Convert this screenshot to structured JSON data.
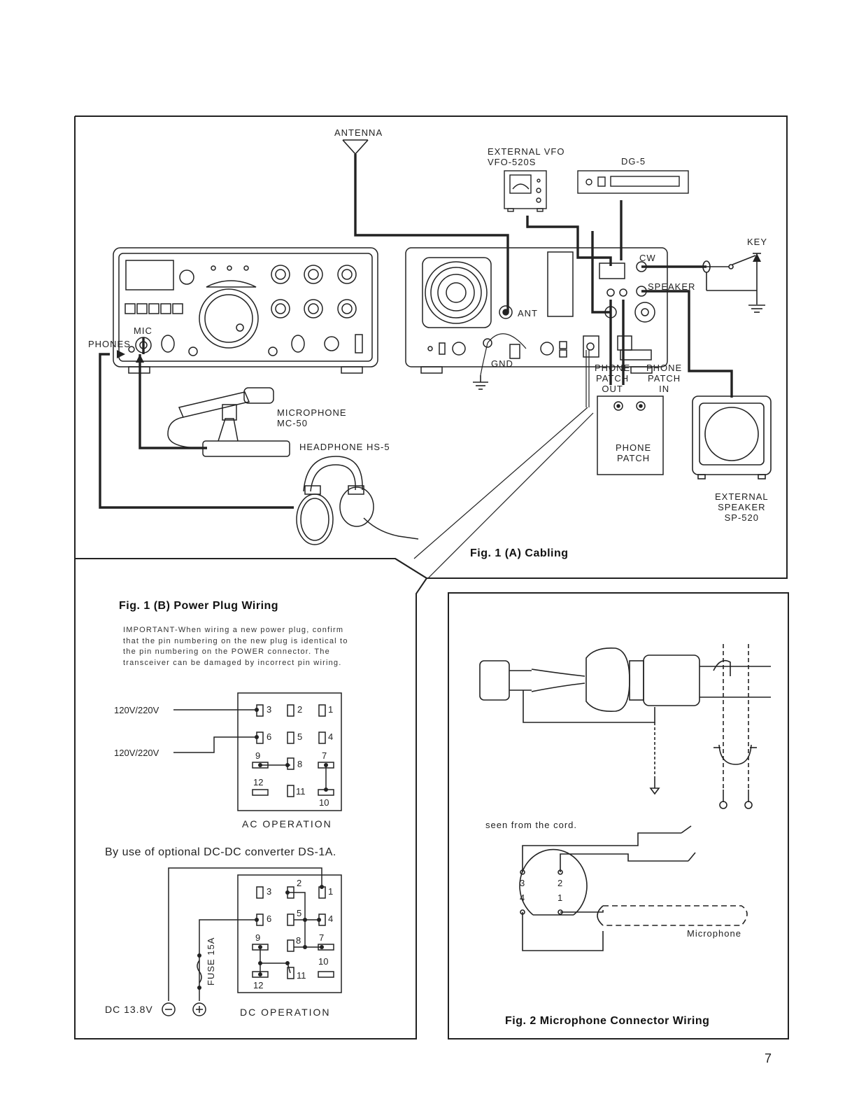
{
  "fig1a": {
    "caption": "Fig. 1 (A) Cabling",
    "antenna": "ANTENNA",
    "vfo": "EXTERNAL VFO\nVFO-520S",
    "dg5": "DG-5",
    "key": "KEY",
    "cw": "CW",
    "speaker": "SPEAKER",
    "ant": "ANT",
    "gnd": "GND",
    "mic": "MIC",
    "phones": "PHONES",
    "pp_out": "PHONE\nPATCH\nOUT",
    "pp_in": "PHONE\nPATCH\nIN",
    "phone_patch": "PHONE\nPATCH",
    "microphone": "MICROPHONE\nMC-50",
    "headphone": "HEADPHONE HS-5",
    "ext_speaker": "EXTERNAL\nSPEAKER\nSP-520"
  },
  "fig1b": {
    "caption": "Fig. 1 (B) Power Plug Wiring",
    "important": "IMPORTANT-When wiring a new power plug, confirm that the pin numbering on the new plug is identical to the pin numbering on the POWER connector. The transceiver can be damaged by incorrect pin wiring.",
    "v1": "120V/220V",
    "v2": "120V/220V",
    "ac_label": "AC OPERATION",
    "dcdc_note": "By use of optional DC-DC converter DS-1A.",
    "fuse": "FUSE 15A",
    "dc_voltage": "DC 13.8V",
    "dc_label": "DC OPERATION",
    "pins": [
      "1",
      "2",
      "3",
      "4",
      "5",
      "6",
      "7",
      "8",
      "9",
      "10",
      "11",
      "12"
    ]
  },
  "fig2": {
    "caption": "Fig. 2 Microphone Connector Wiring",
    "seen": "seen from the cord.",
    "microphone": "Microphone",
    "pins": [
      "3",
      "2",
      "4",
      "1"
    ]
  },
  "page_number": "7"
}
